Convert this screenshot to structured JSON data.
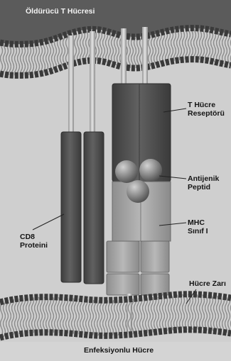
{
  "title": "Öldürücü T Hücresi",
  "labels": {
    "tcr": [
      "T Hücre",
      "Reseptörü"
    ],
    "antigen": [
      "Antijenik",
      "Peptid"
    ],
    "mhc": [
      "MHC",
      "Sınıf I"
    ],
    "cd8": [
      "CD8",
      "Proteini"
    ],
    "membrane": "Hücre Zarı",
    "infected": "Enfeksiyonlu Hücre"
  },
  "colors": {
    "background": "#cfcfcf",
    "membrane_dark": "#4a4a4a",
    "protein_dark": "#5a5a5a",
    "protein_light": "#a9a9a9",
    "peptide": "#7f7f7f"
  }
}
